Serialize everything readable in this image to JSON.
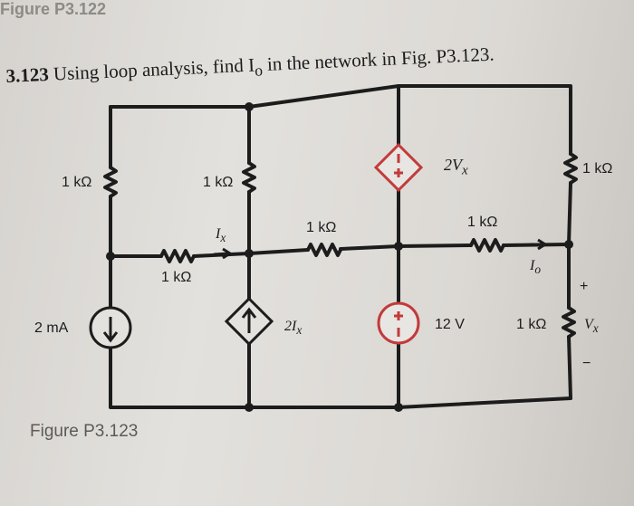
{
  "header": {
    "text": "Figure P3.122"
  },
  "problem": {
    "number": "3.123",
    "text": "Using loop analysis, find I",
    "text_sub": "o",
    "text_rest": " in the network in Fig. P3.123."
  },
  "caption": "Figure P3.123",
  "components": {
    "r_left_top": "1 kΩ",
    "r_mid_top": "1 kΩ",
    "r_mid_horizontal": "1 kΩ",
    "r_center_horizontal": "1 kΩ",
    "r_right_horizontal": "1 kΩ",
    "r_right_top": "1 kΩ",
    "r_right_bottom": "1 kΩ",
    "current_source": "2 mA",
    "dep_current_source": "2I",
    "dep_current_source_sub": "x",
    "dep_voltage_source": "2V",
    "dep_voltage_source_sub": "x",
    "voltage_source": "12 V",
    "ix_label": "I",
    "ix_sub": "x",
    "io_label": "I",
    "io_sub": "o",
    "vx_label": "V",
    "vx_sub": "x",
    "vx_plus": "+",
    "vx_minus": "−",
    "plus_sign": "+"
  },
  "colors": {
    "wire": "#1c1c1c",
    "source_red": "#c23b3b"
  }
}
